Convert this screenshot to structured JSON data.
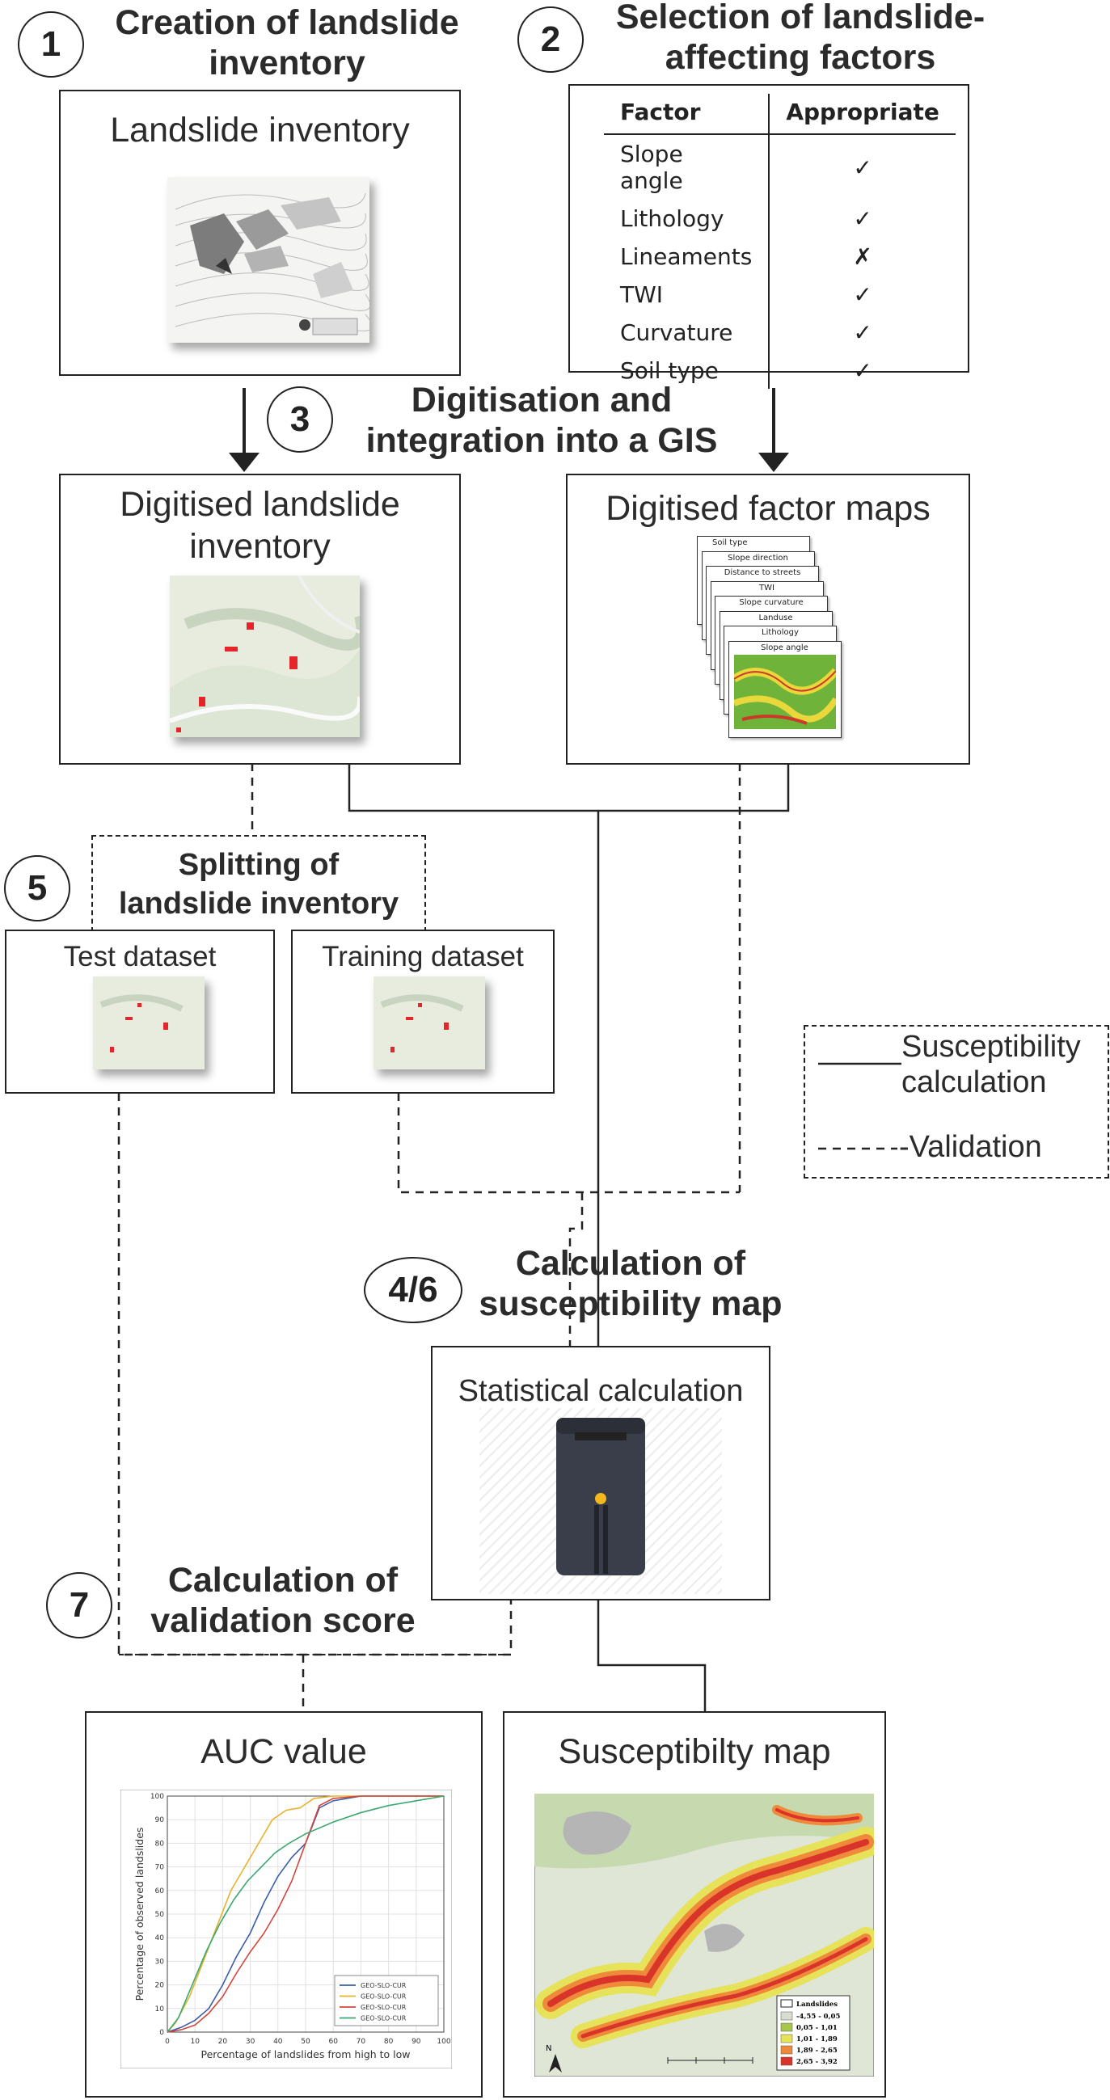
{
  "steps": {
    "s1": {
      "number": "1",
      "title_line1": "Creation of landslide",
      "title_line2": "inventory"
    },
    "s2": {
      "number": "2",
      "title_line1": "Selection of landslide-",
      "title_line2": "affecting factors"
    },
    "s3": {
      "number": "3",
      "title_line1": "Digitisation and",
      "title_line2": "integration into a GIS"
    },
    "s46": {
      "number": "4/6",
      "title_line1": "Calculation of",
      "title_line2": "susceptibility map"
    },
    "s5": {
      "number": "5",
      "title_line1": "Splitting of",
      "title_line2": "landslide inventory"
    },
    "s7": {
      "number": "7",
      "title_line1": "Calculation of",
      "title_line2": "validation score"
    }
  },
  "boxes": {
    "inventory": "Landslide inventory",
    "digitised_inventory_line1": "Digitised landslide",
    "digitised_inventory_line2": "inventory",
    "digitised_factors": "Digitised factor maps",
    "test": "Test dataset",
    "training": "Training dataset",
    "statistical": "Statistical calculation",
    "auc": "AUC value",
    "susceptibility": "Susceptibilty map"
  },
  "factor_table": {
    "headers": [
      "Factor",
      "Appropriate"
    ],
    "rows": [
      {
        "factor": "Slope angle",
        "mark": "✓"
      },
      {
        "factor": "Lithology",
        "mark": "✓"
      },
      {
        "factor": "Lineaments",
        "mark": "✗"
      },
      {
        "factor": "TWI",
        "mark": "✓"
      },
      {
        "factor": "Curvature",
        "mark": "✓"
      },
      {
        "factor": "Soil type",
        "mark": "✓"
      }
    ]
  },
  "factor_map_stack": [
    "Soil type",
    "Slope direction",
    "Distance to streets",
    "TWI",
    "Slope curvature",
    "Landuse",
    "Lithology",
    "Slope angle"
  ],
  "legend": {
    "solid_line1": "Susceptibility",
    "solid_line2": "calculation",
    "dashed": "-Validation"
  },
  "auc_chart": {
    "y_label": "Percentage of observed landslides",
    "x_label": "Percentage of landslides from high to low",
    "ticks": [
      "0",
      "10",
      "20",
      "30",
      "40",
      "50",
      "60",
      "70",
      "80",
      "90",
      "100"
    ],
    "series": [
      {
        "name": "GEO-SLO-CUR",
        "color": "#3b5ea8",
        "points": [
          [
            0,
            0
          ],
          [
            5,
            2
          ],
          [
            10,
            5
          ],
          [
            15,
            10
          ],
          [
            20,
            20
          ],
          [
            25,
            32
          ],
          [
            30,
            42
          ],
          [
            35,
            55
          ],
          [
            40,
            66
          ],
          [
            45,
            74
          ],
          [
            50,
            80
          ],
          [
            55,
            95
          ],
          [
            60,
            98
          ],
          [
            70,
            100
          ],
          [
            100,
            100
          ]
        ]
      },
      {
        "name": "GEO-SLO-CUR",
        "color": "#e8b22a",
        "points": [
          [
            0,
            0
          ],
          [
            3,
            4
          ],
          [
            8,
            15
          ],
          [
            13,
            30
          ],
          [
            18,
            45
          ],
          [
            23,
            60
          ],
          [
            28,
            70
          ],
          [
            33,
            80
          ],
          [
            38,
            90
          ],
          [
            43,
            94
          ],
          [
            48,
            95
          ],
          [
            53,
            99
          ],
          [
            60,
            100
          ],
          [
            100,
            100
          ]
        ]
      },
      {
        "name": "GEO-SLO-CUR",
        "color": "#d2463c",
        "points": [
          [
            0,
            0
          ],
          [
            5,
            1
          ],
          [
            10,
            3
          ],
          [
            15,
            8
          ],
          [
            20,
            15
          ],
          [
            25,
            25
          ],
          [
            30,
            34
          ],
          [
            35,
            42
          ],
          [
            40,
            52
          ],
          [
            45,
            64
          ],
          [
            50,
            80
          ],
          [
            55,
            96
          ],
          [
            60,
            99
          ],
          [
            70,
            100
          ],
          [
            100,
            100
          ]
        ]
      },
      {
        "name": "GEO-SLO-CUR",
        "color": "#3aa870",
        "points": [
          [
            0,
            0
          ],
          [
            4,
            6
          ],
          [
            9,
            20
          ],
          [
            14,
            34
          ],
          [
            19,
            46
          ],
          [
            24,
            56
          ],
          [
            29,
            64
          ],
          [
            34,
            70
          ],
          [
            39,
            76
          ],
          [
            44,
            80
          ],
          [
            50,
            84
          ],
          [
            60,
            89
          ],
          [
            70,
            93
          ],
          [
            80,
            96
          ],
          [
            90,
            98
          ],
          [
            100,
            100
          ]
        ]
      }
    ]
  },
  "map_legend": {
    "title": "Landslides",
    "classes": [
      {
        "label": "-4,55 - 0,05",
        "color": "#d9dcd0"
      },
      {
        "label": "0,05 - 1,01",
        "color": "#a8c64a"
      },
      {
        "label": "1,01 - 1,89",
        "color": "#e6e25a"
      },
      {
        "label": "1,89 - 2,65",
        "color": "#ef8a3a"
      },
      {
        "label": "2,65 - 3,92",
        "color": "#d9342a"
      }
    ]
  }
}
